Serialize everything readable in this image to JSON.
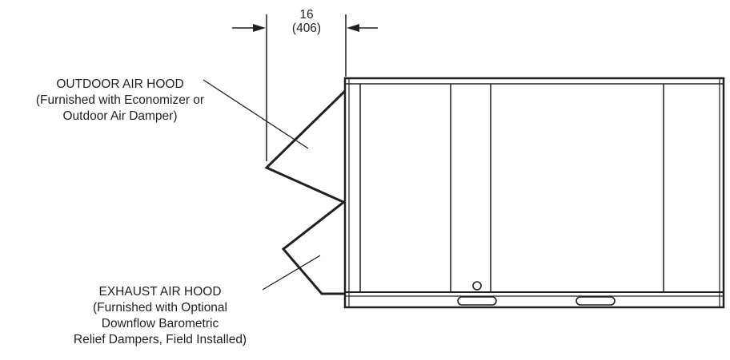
{
  "dimension": {
    "value": "16",
    "metric": "(406)"
  },
  "outdoor_hood": {
    "lines": [
      "OUTDOOR AIR HOOD",
      "(Furnished with Economizer or",
      "Outdoor Air Damper)"
    ]
  },
  "exhaust_hood": {
    "lines": [
      "EXHAUST AIR HOOD",
      "(Furnished with Optional",
      "Downflow Barometric",
      "Relief Dampers, Field Installed)"
    ]
  },
  "colors": {
    "line": "#231f20",
    "background": "#ffffff"
  }
}
